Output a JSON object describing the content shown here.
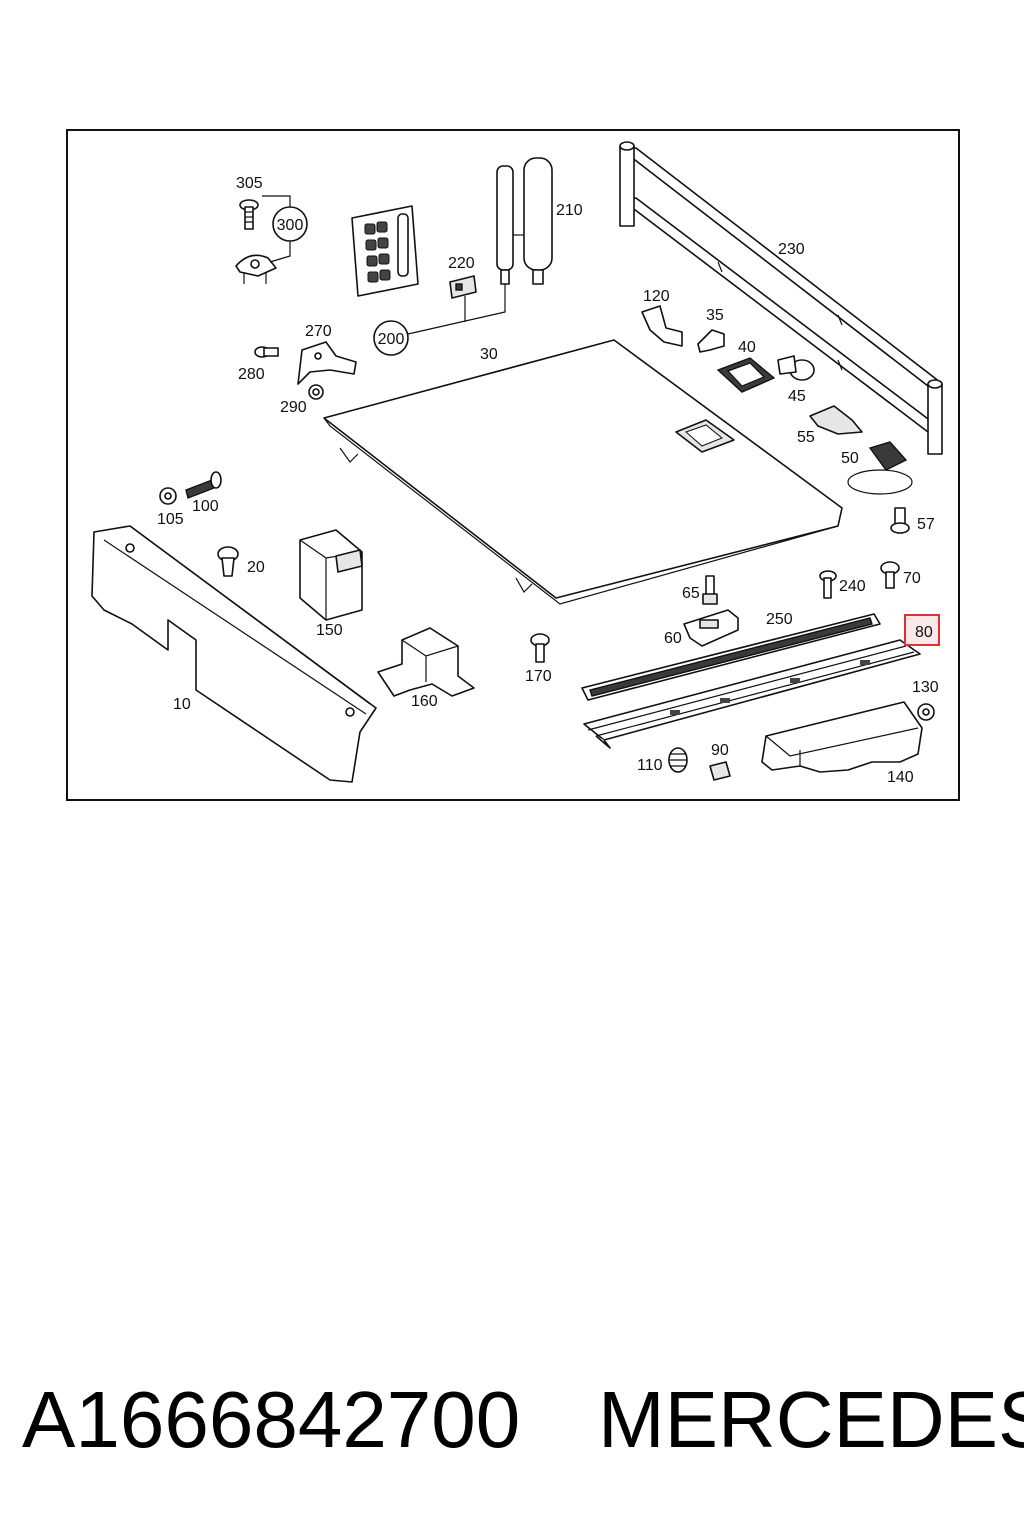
{
  "diagram": {
    "highlight_color": "#e03030",
    "highlighted_label": "80",
    "labels": {
      "l305": "305",
      "l300": "300",
      "l200": "200",
      "l220": "220",
      "l210": "210",
      "l230": "230",
      "l120": "120",
      "l35": "35",
      "l40": "40",
      "l45": "45",
      "l55": "55",
      "l50": "50",
      "l57": "57",
      "l270": "270",
      "l280": "280",
      "l290": "290",
      "l30": "30",
      "l105": "105",
      "l100": "100",
      "l20": "20",
      "l150": "150",
      "l10": "10",
      "l160": "160",
      "l170": "170",
      "l65": "65",
      "l60": "60",
      "l250": "250",
      "l240": "240",
      "l70": "70",
      "l80": "80",
      "l130": "130",
      "l110": "110",
      "l90": "90",
      "l140": "140"
    }
  },
  "footer": {
    "part_number": "A1666842700",
    "brand": "MERCEDES"
  }
}
